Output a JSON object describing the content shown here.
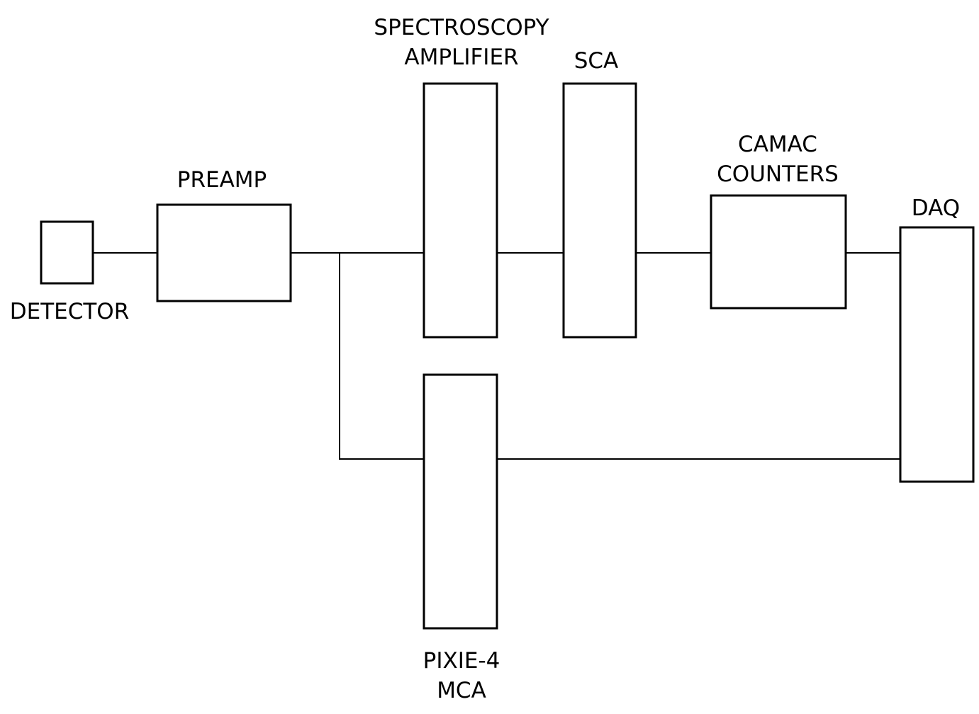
{
  "diagram": {
    "blocks": {
      "detector": {
        "label": "DETECTOR"
      },
      "preamp": {
        "label": "PREAMP"
      },
      "spectroscopy_amplifier": {
        "label_line1": "SPECTROSCOPY",
        "label_line2": "AMPLIFIER"
      },
      "sca": {
        "label": "SCA"
      },
      "camac_counters": {
        "label_line1": "CAMAC",
        "label_line2": "COUNTERS"
      },
      "daq": {
        "label": "DAQ"
      },
      "pixie4_mca": {
        "label_line1": "PIXIE-4",
        "label_line2": "MCA"
      }
    },
    "connections": [
      {
        "from": "detector",
        "to": "preamp"
      },
      {
        "from": "preamp",
        "to": "spectroscopy_amplifier"
      },
      {
        "from": "preamp",
        "to": "pixie4_mca"
      },
      {
        "from": "spectroscopy_amplifier",
        "to": "sca"
      },
      {
        "from": "sca",
        "to": "camac_counters"
      },
      {
        "from": "camac_counters",
        "to": "daq"
      },
      {
        "from": "pixie4_mca",
        "to": "daq"
      }
    ]
  }
}
